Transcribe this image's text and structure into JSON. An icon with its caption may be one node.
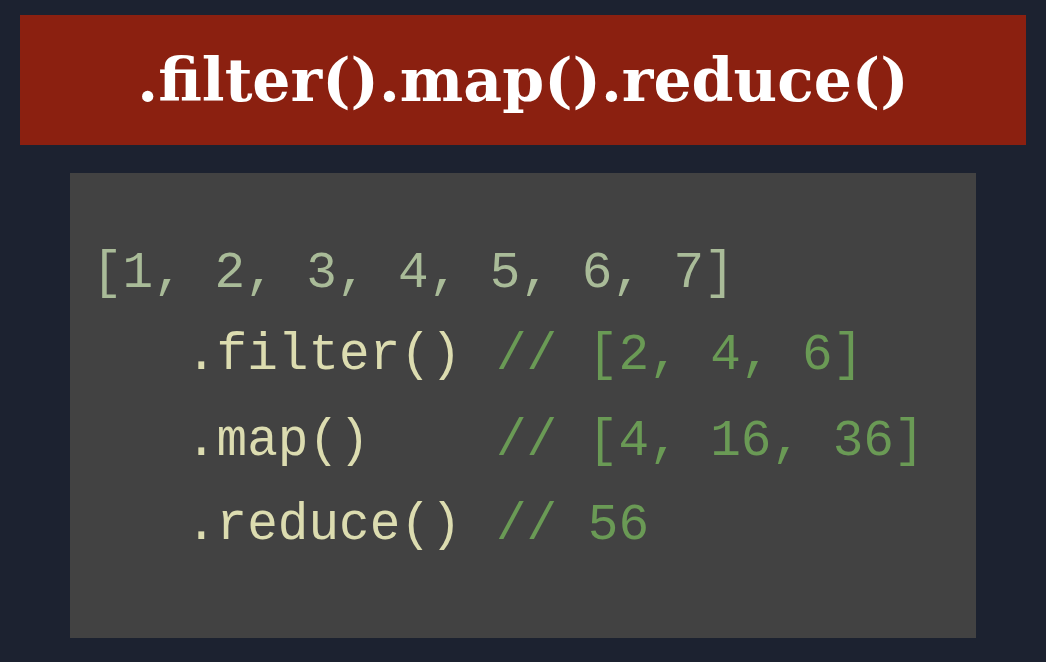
{
  "diagram": {
    "title": ".filter().map().reduce()",
    "labels": [
      "[1, 2, 3, 4, 5, 6, 7]",
      ".filter()",
      "// [2, 4, 6]",
      ".map()",
      "// [4, 16, 36]",
      ".reduce()",
      "// 56"
    ]
  }
}
